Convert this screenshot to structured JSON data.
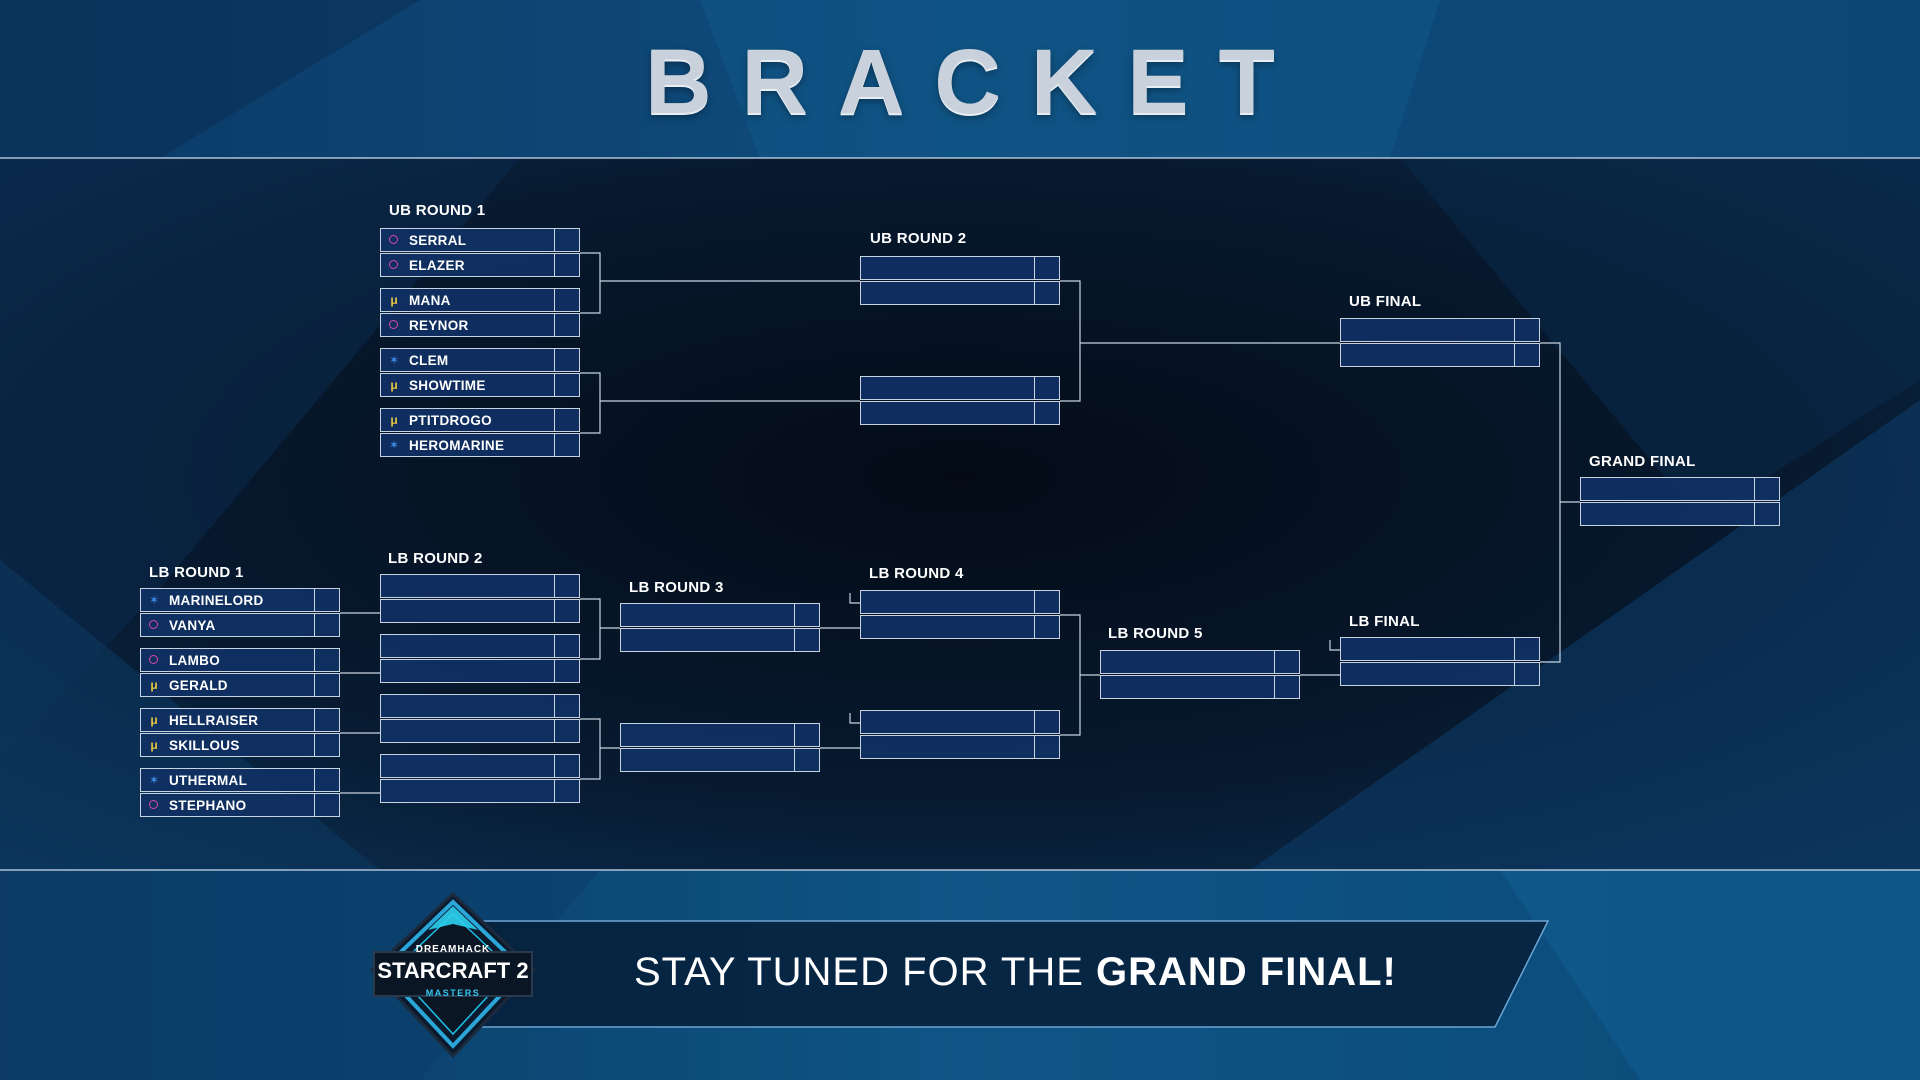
{
  "header": {
    "title": "BRACKET"
  },
  "colors": {
    "slot_fill": "#103062",
    "slot_border": "#c7d3e0",
    "zerg": "#d94aa8",
    "protoss": "#e7c43a",
    "terran": "#3d8be8"
  },
  "rounds": {
    "ub_round_1": "UB ROUND 1",
    "ub_round_2": "UB ROUND 2",
    "ub_final": "UB FINAL",
    "grand_final": "GRAND FINAL",
    "lb_round_1": "LB ROUND 1",
    "lb_round_2": "LB ROUND 2",
    "lb_round_3": "LB ROUND 3",
    "lb_round_4": "LB ROUND 4",
    "lb_round_5": "LB ROUND 5",
    "lb_final": "LB FINAL"
  },
  "ub_round_1": [
    [
      {
        "name": "SERRAL",
        "race": "zerg-icon"
      },
      {
        "name": "ELAZER",
        "race": "zerg-icon"
      }
    ],
    [
      {
        "name": "MANA",
        "race": "protoss-icon"
      },
      {
        "name": "REYNOR",
        "race": "zerg-icon"
      }
    ],
    [
      {
        "name": "CLEM",
        "race": "terran-icon"
      },
      {
        "name": "SHOWTIME",
        "race": "protoss-icon"
      }
    ],
    [
      {
        "name": "PTITDROGO",
        "race": "protoss-icon"
      },
      {
        "name": "HEROMARINE",
        "race": "terran-icon"
      }
    ]
  ],
  "lb_round_1": [
    [
      {
        "name": "MARINELORD",
        "race": "terran-icon"
      },
      {
        "name": "VANYA",
        "race": "zerg-icon"
      }
    ],
    [
      {
        "name": "LAMBO",
        "race": "zerg-icon"
      },
      {
        "name": "GERALD",
        "race": "protoss-icon"
      }
    ],
    [
      {
        "name": "HELLRAISER",
        "race": "protoss-icon"
      },
      {
        "name": "SKILLOUS",
        "race": "protoss-icon"
      }
    ],
    [
      {
        "name": "UTHERMAL",
        "race": "terran-icon"
      },
      {
        "name": "STEPHANO",
        "race": "zerg-icon"
      }
    ]
  ],
  "logo": {
    "line1": "DREAMHACK",
    "line2": "STARCRAFT 2",
    "line3": "MASTERS"
  },
  "banner": {
    "text_prefix": "STAY TUNED FOR THE ",
    "text_bold": "GRAND FINAL!"
  }
}
